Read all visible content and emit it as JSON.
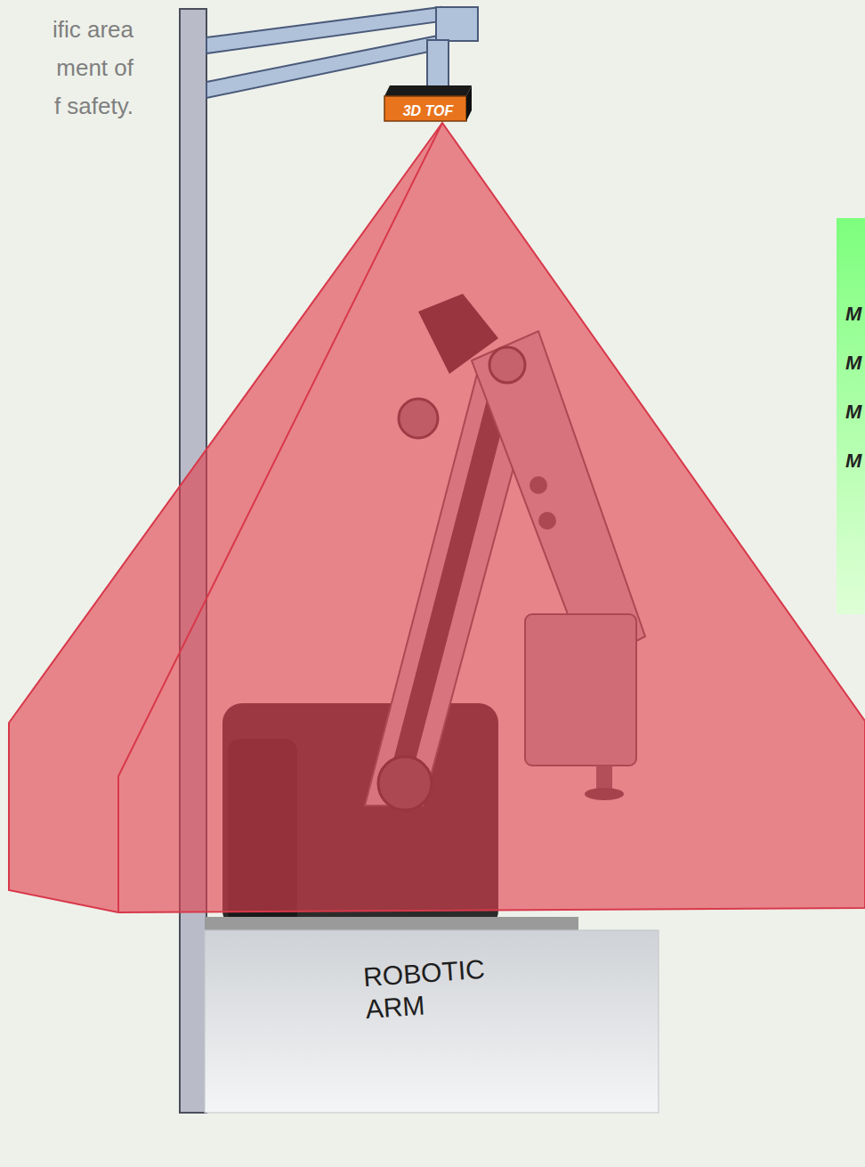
{
  "diagram": {
    "nodes": [
      {
        "text": [
          "3D TOF"
        ]
      },
      {
        "text": [
          "M",
          "M",
          "M",
          "M"
        ]
      },
      {
        "text": [
          "ROBOTIC ARM"
        ]
      }
    ],
    "labels": [
      "ific area",
      "ment of",
      "f safety."
    ]
  }
}
